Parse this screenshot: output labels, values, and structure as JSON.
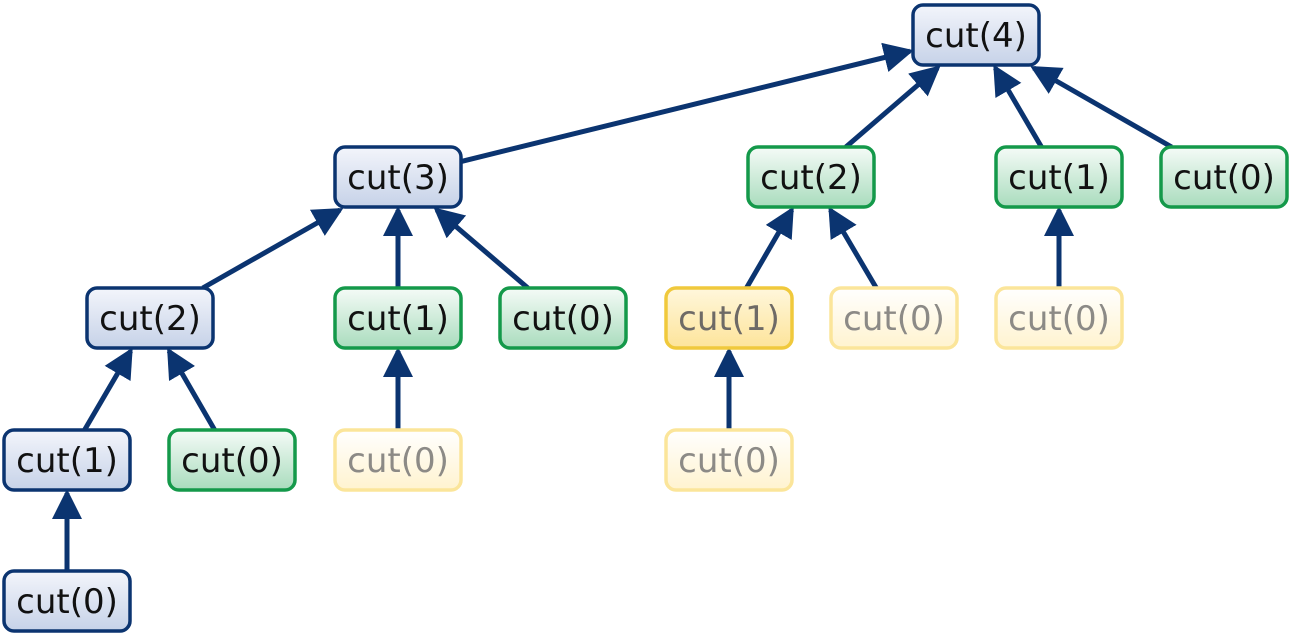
{
  "styles": {
    "computed": {
      "fill_top": "#f3f5fb",
      "fill_bottom": "#c6d2e8",
      "stroke": "#0b3470",
      "text": "#111111"
    },
    "memo": {
      "fill_top": "#f5fbf7",
      "fill_bottom": "#a9dcbd",
      "stroke": "#14994a",
      "text": "#111111"
    },
    "pending": {
      "fill_top": "#fff7dc",
      "fill_bottom": "#fde49a",
      "stroke": "#f0c93c",
      "text": "#6e6a66"
    },
    "skipped": {
      "fill_top": "#ffffff",
      "fill_bottom": "#fff3cf",
      "stroke": "#fbe59a",
      "text": "#8c8a86"
    },
    "edge": "#0b3470"
  },
  "nodes": [
    {
      "id": "n4",
      "label": "cut(4)",
      "style": "computed"
    },
    {
      "id": "n3",
      "label": "cut(3)",
      "style": "computed"
    },
    {
      "id": "n2b",
      "label": "cut(2)",
      "style": "memo"
    },
    {
      "id": "n1c",
      "label": "cut(1)",
      "style": "memo"
    },
    {
      "id": "n0d",
      "label": "cut(0)",
      "style": "memo"
    },
    {
      "id": "n2a",
      "label": "cut(2)",
      "style": "computed"
    },
    {
      "id": "n1b",
      "label": "cut(1)",
      "style": "memo"
    },
    {
      "id": "n0c",
      "label": "cut(0)",
      "style": "memo"
    },
    {
      "id": "n1d",
      "label": "cut(1)",
      "style": "pending"
    },
    {
      "id": "n0f",
      "label": "cut(0)",
      "style": "skipped"
    },
    {
      "id": "n0h",
      "label": "cut(0)",
      "style": "skipped"
    },
    {
      "id": "n1a",
      "label": "cut(1)",
      "style": "computed"
    },
    {
      "id": "n0b",
      "label": "cut(0)",
      "style": "memo"
    },
    {
      "id": "n0e",
      "label": "cut(0)",
      "style": "skipped"
    },
    {
      "id": "n0g",
      "label": "cut(0)",
      "style": "skipped"
    },
    {
      "id": "n0a",
      "label": "cut(0)",
      "style": "computed"
    }
  ],
  "edges": [
    {
      "from": "n3",
      "to": "n4"
    },
    {
      "from": "n2b",
      "to": "n4"
    },
    {
      "from": "n1c",
      "to": "n4"
    },
    {
      "from": "n0d",
      "to": "n4"
    },
    {
      "from": "n2a",
      "to": "n3"
    },
    {
      "from": "n1b",
      "to": "n3"
    },
    {
      "from": "n0c",
      "to": "n3"
    },
    {
      "from": "n1d",
      "to": "n2b"
    },
    {
      "from": "n0f",
      "to": "n2b"
    },
    {
      "from": "n0h",
      "to": "n1c"
    },
    {
      "from": "n1a",
      "to": "n2a"
    },
    {
      "from": "n0b",
      "to": "n2a"
    },
    {
      "from": "n0e",
      "to": "n1b"
    },
    {
      "from": "n0g",
      "to": "n1d"
    },
    {
      "from": "n0a",
      "to": "n1a"
    }
  ]
}
